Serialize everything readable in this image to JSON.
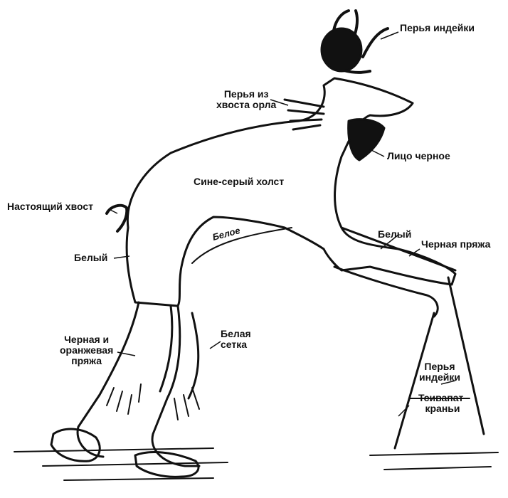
{
  "colors": {
    "ink": "#111111",
    "background": "#ffffff"
  },
  "labels": {
    "turkey_feathers_top": "Перья индейки",
    "eagle_tail_feathers": "Перья из\nхвоста орла",
    "face_black": "Лицо черное",
    "blue_grey_canvas": "Сине-серый холст",
    "real_tail": "Настоящий хвост",
    "white_belly": "Белое",
    "white_left": "Белый",
    "white_right": "Белый",
    "black_yarn": "Черная пряжа",
    "black_orange_yarn": "Черная и\nоранжевая\nпряжа",
    "white_net": "Белая\nсетка",
    "turkey_feathers_stick": "Перья\nиндейки",
    "tsivapat_krani": "Тсивапат-\nкраньи"
  }
}
